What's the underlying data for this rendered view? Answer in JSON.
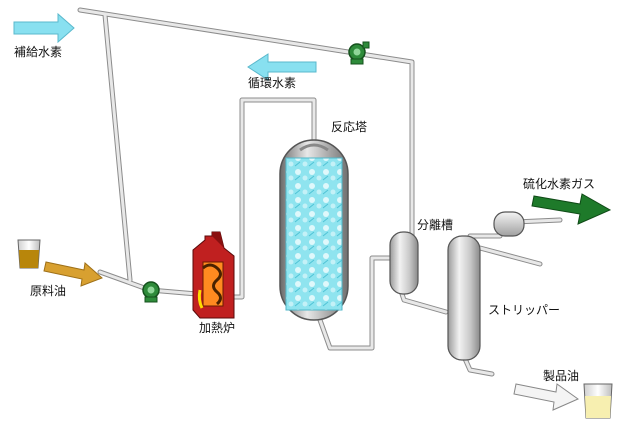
{
  "labels": {
    "makeup_water": "補給水素",
    "recycle_water": "循環水素",
    "reactor": "反応塔",
    "separator": "分離槽",
    "h2s_gas": "硫化水素ガス",
    "feed_oil": "原料油",
    "heater": "加熱炉",
    "stripper": "ストリッパー",
    "product_oil": "製品油"
  },
  "colors": {
    "pipe": "#d8d8d8",
    "pump": "#2e8b3a",
    "cyan_arrow": "#88e0f0",
    "green_arrow": "#1e7a2a",
    "orange_arrow": "#d8a030",
    "white_arrow": "#f4f4f4",
    "reactor_fill": "#5fd0e0",
    "heater_fill": "#c02020"
  }
}
